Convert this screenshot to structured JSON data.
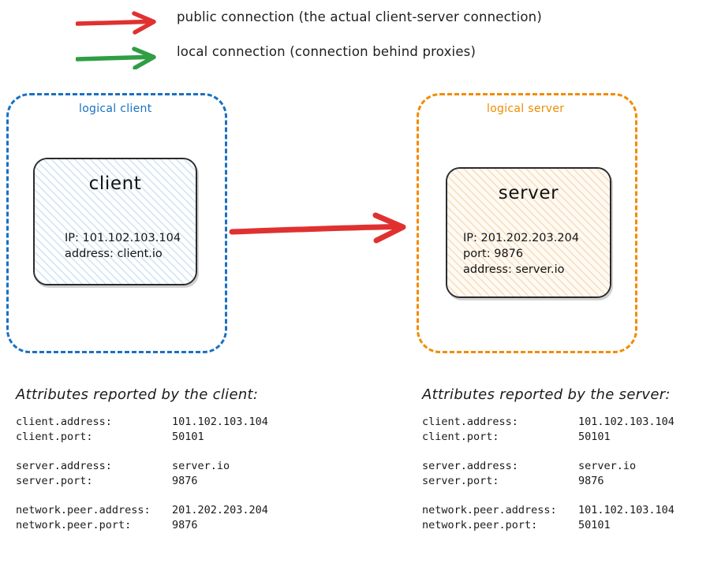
{
  "legend": [
    {
      "icon": "red-arrow-icon",
      "color": "#e03131",
      "label": "public connection (the actual client-server connection)"
    },
    {
      "icon": "green-arrow-icon",
      "color": "#2f9e44",
      "label": "local connection (connection behind proxies)"
    }
  ],
  "logical_client": {
    "label": "logical client",
    "color": "#1971c2",
    "node": {
      "title": "client",
      "hatch_color": "#cfe4f5",
      "lines": [
        "IP: 101.102.103.104",
        "address: client.io"
      ]
    }
  },
  "logical_server": {
    "label": "logical server",
    "color": "#f08c00",
    "node": {
      "title": "server",
      "hatch_color": "#f6ddc0",
      "lines": [
        "IP: 201.202.203.204",
        "port: 9876",
        "address: server.io"
      ]
    }
  },
  "connection_arrow": {
    "icon": "red-arrow-icon",
    "color": "#e03131"
  },
  "client_attributes": {
    "heading": "Attributes reported by the client:",
    "groups": [
      [
        {
          "key": "client.address:",
          "value": "101.102.103.104"
        },
        {
          "key": "client.port:",
          "value": "50101"
        }
      ],
      [
        {
          "key": "server.address:",
          "value": "server.io"
        },
        {
          "key": "server.port:",
          "value": "9876"
        }
      ],
      [
        {
          "key": "network.peer.address:",
          "value": "201.202.203.204"
        },
        {
          "key": "network.peer.port:",
          "value": "9876"
        }
      ]
    ]
  },
  "server_attributes": {
    "heading": "Attributes reported by the server:",
    "groups": [
      [
        {
          "key": "client.address:",
          "value": "101.102.103.104"
        },
        {
          "key": "client.port:",
          "value": "50101"
        }
      ],
      [
        {
          "key": "server.address:",
          "value": "server.io"
        },
        {
          "key": "server.port:",
          "value": "9876"
        }
      ],
      [
        {
          "key": "network.peer.address:",
          "value": "101.102.103.104"
        },
        {
          "key": "network.peer.port:",
          "value": "50101"
        }
      ]
    ]
  }
}
